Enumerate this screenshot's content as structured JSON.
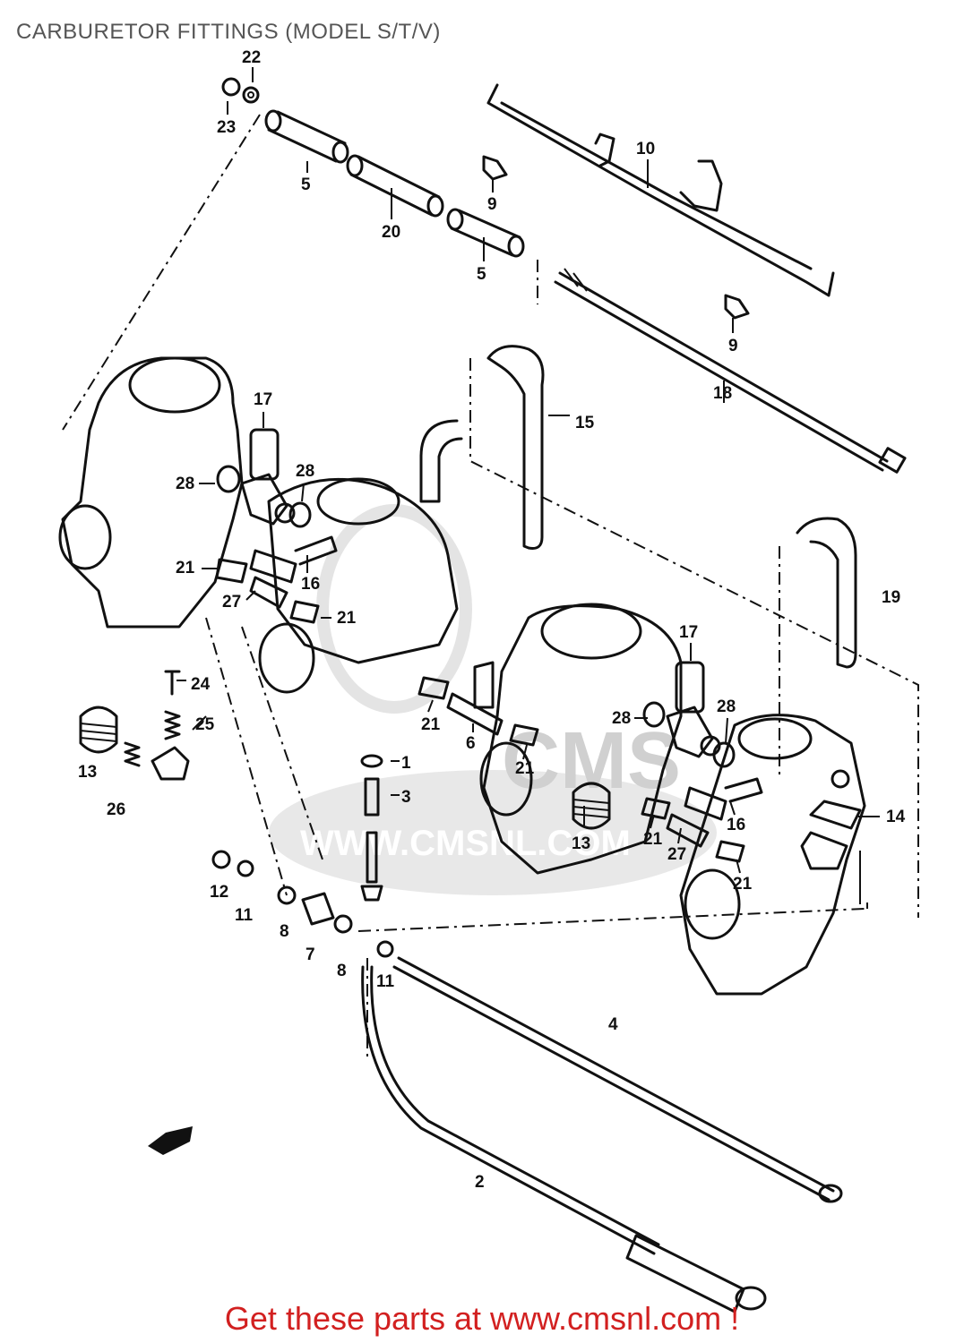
{
  "title": "CARBURETOR FITTINGS (MODEL S/T/V)",
  "footer": "Get these parts at www.cmsnl.com !",
  "watermark": {
    "logo_text": "CMS",
    "url_text": "WWW.CMSNL.COM"
  },
  "colors": {
    "title": "#555555",
    "footer": "#d22020",
    "line_art": "#111111"
  },
  "part_labels": [
    "22",
    "23",
    "5",
    "20",
    "5",
    "9",
    "10",
    "9",
    "18",
    "15",
    "17",
    "28",
    "28",
    "21",
    "16",
    "27",
    "21",
    "19",
    "24",
    "25",
    "13",
    "26",
    "17",
    "28",
    "21",
    "6",
    "28",
    "21",
    "1",
    "3",
    "13",
    "21",
    "16",
    "27",
    "21",
    "14",
    "12",
    "11",
    "8",
    "7",
    "8",
    "11",
    "4",
    "2"
  ],
  "direction_arrow": "front-arrow-icon"
}
